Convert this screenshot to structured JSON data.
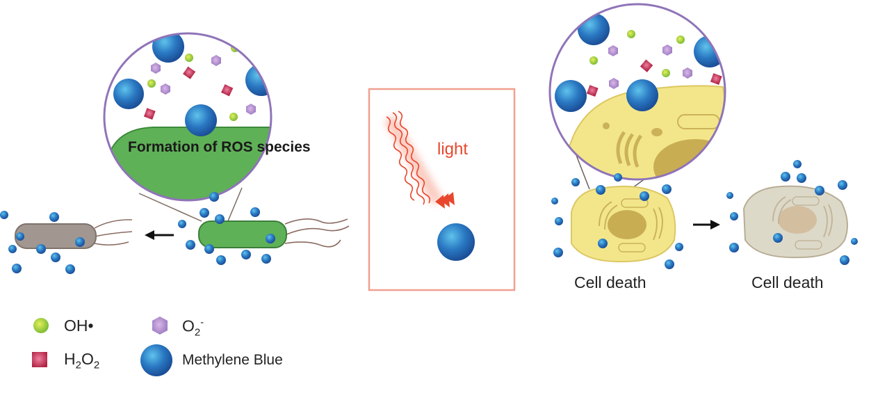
{
  "figure": {
    "bacteria_panel": {
      "zoom_title": "Formation of ROS species",
      "live_bacterium_color": "#5fb157",
      "dead_bacterium_color": "#a19790",
      "arrow_direction": "left"
    },
    "light_panel": {
      "label": "light",
      "border_color": "#f0a08f",
      "light_color": "#e8472d"
    },
    "cell_panel": {
      "cell_labels": [
        "Cell death",
        "Cell death"
      ],
      "live_cell_color": "#f3e68a",
      "dead_cell_color": "#ddd9c9",
      "arrow_direction": "right"
    },
    "legend": {
      "items": [
        {
          "symbol": "green-circle",
          "label_main": "OH",
          "label_suffix": "•",
          "color": "#a8cf3c"
        },
        {
          "symbol": "purple-hexagon",
          "label_main": "O",
          "label_sub": "2",
          "label_sup": "-",
          "color": "#a889c9"
        },
        {
          "symbol": "red-square",
          "label_main": "H",
          "label_sub": "2",
          "label_mid": "O",
          "label_sub2": "2",
          "color": "#c8334f"
        },
        {
          "symbol": "blue-sphere",
          "label_main": "Methylene Blue",
          "color": "#2f79c4"
        }
      ]
    },
    "zoom_circle_color": "#8f74b8"
  }
}
